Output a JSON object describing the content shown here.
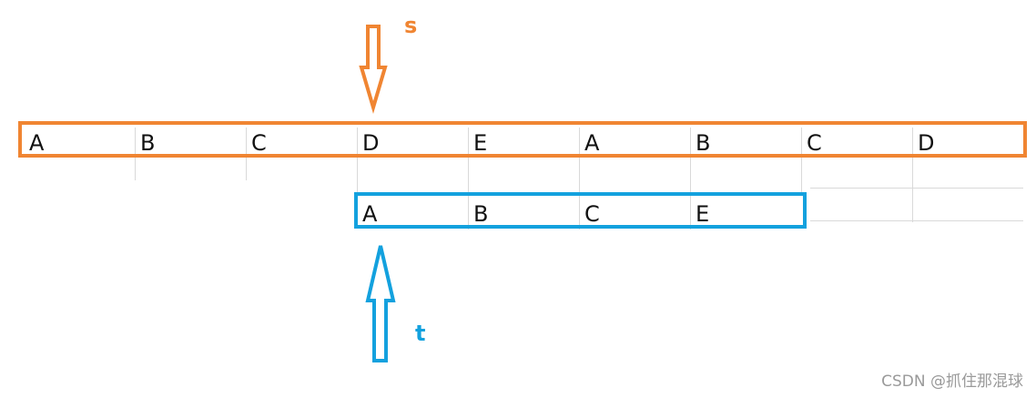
{
  "colors": {
    "s": "#f08532",
    "t": "#13a1de"
  },
  "s_row": {
    "cells": [
      "A",
      "B",
      "C",
      "D",
      "E",
      "A",
      "B",
      "C",
      "D"
    ]
  },
  "t_row": {
    "cells": [
      "A",
      "B",
      "C",
      "E"
    ]
  },
  "labels": {
    "s": "s",
    "t": "t"
  },
  "watermark": "CSDN @抓住那混球"
}
